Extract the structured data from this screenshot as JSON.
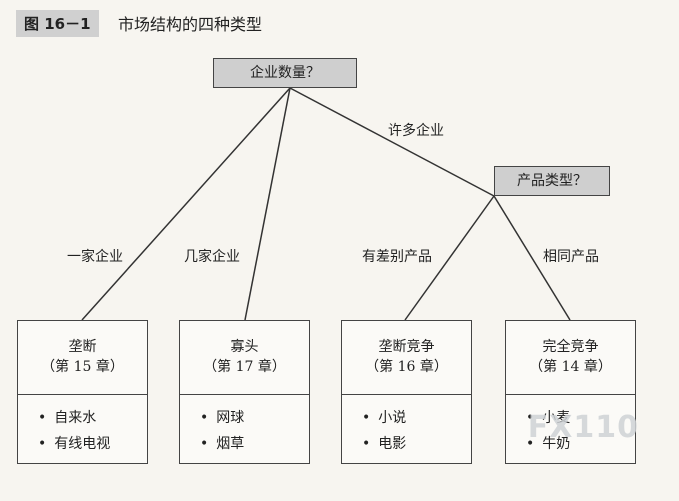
{
  "figure": {
    "tag": "图 16－1",
    "title": "市场结构的四种类型"
  },
  "root": {
    "label": "企业数量？"
  },
  "branch_label_many": "许多企业",
  "product_type": {
    "label": "产品类型？"
  },
  "edges": {
    "one_firm": "一家企业",
    "few_firms": "几家企业",
    "differentiated": "有差别产品",
    "identical": "相同产品"
  },
  "markets": [
    {
      "name": "垄断",
      "chapter": "（第 15 章）",
      "examples": [
        "自来水",
        "有线电视"
      ]
    },
    {
      "name": "寡头",
      "chapter": "（第 17 章）",
      "examples": [
        "网球",
        "烟草"
      ]
    },
    {
      "name": "垄断竞争",
      "chapter": "（第 16 章）",
      "examples": [
        "小说",
        "电影"
      ]
    },
    {
      "name": "完全竞争",
      "chapter": "（第 14 章）",
      "examples": [
        "小麦",
        "牛奶"
      ]
    }
  ],
  "bullet": "•",
  "watermark": "FX110"
}
